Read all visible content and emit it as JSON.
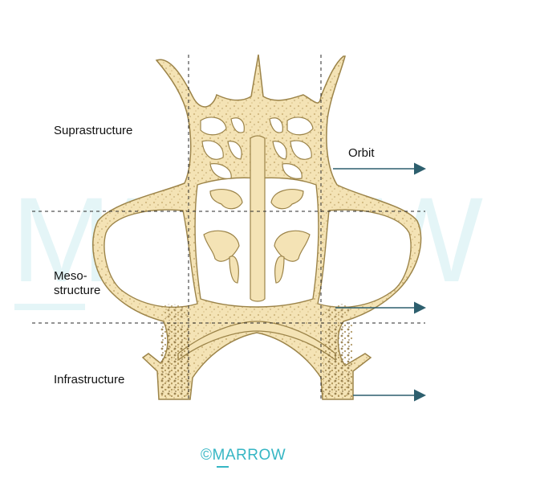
{
  "labels": {
    "suprastructure": "Suprastructure",
    "mesostructure": "Meso-\nstructure",
    "infrastructure": "Infrastructure",
    "orbit": "Orbit"
  },
  "logo": {
    "text": "©MARROW",
    "watermark_text": "MARROW"
  },
  "colors": {
    "bone_fill": "#f4e3b5",
    "bone_outline": "#9c8449",
    "marrow_dots": "#b49452",
    "arrow": "#2d5f6e",
    "brand": "#36b6c4",
    "dashed_lines": "#2a2a2a"
  }
}
